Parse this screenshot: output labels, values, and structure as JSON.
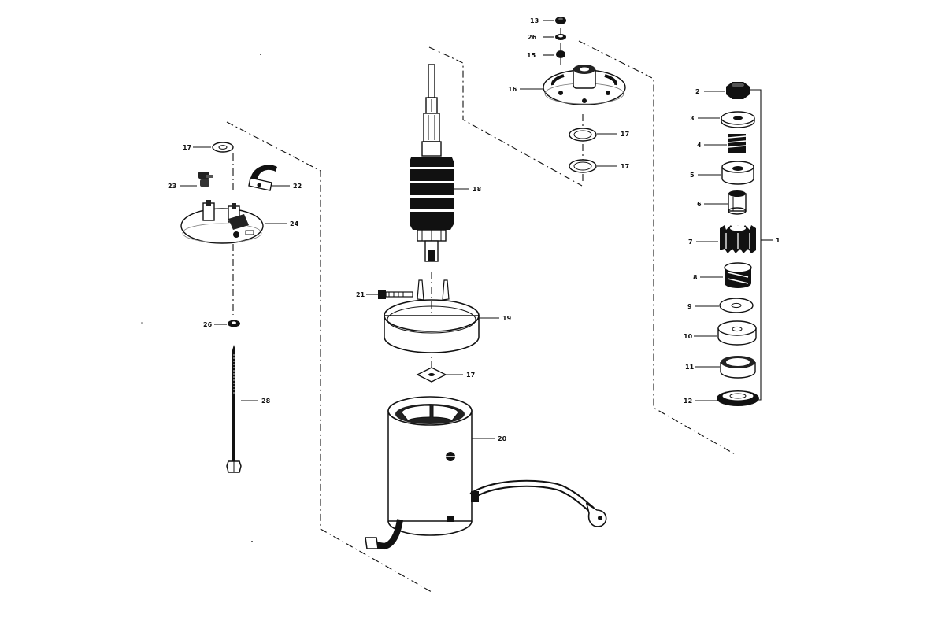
{
  "callouts": {
    "c1": "1",
    "c2": "2",
    "c3": "3",
    "c4": "4",
    "c5": "5",
    "c6": "6",
    "c7": "7",
    "c8": "8",
    "c9": "9",
    "c10": "10",
    "c11": "11",
    "c12": "12",
    "c13": "13",
    "c15": "15",
    "c16": "16",
    "c17a": "17",
    "c17b": "17",
    "c17c": "17",
    "c17d": "17",
    "c18": "18",
    "c19": "19",
    "c20": "20",
    "c21": "21",
    "c22": "22",
    "c23": "23",
    "c24": "24",
    "c26a": "26",
    "c26b": "26",
    "c28": "28"
  }
}
